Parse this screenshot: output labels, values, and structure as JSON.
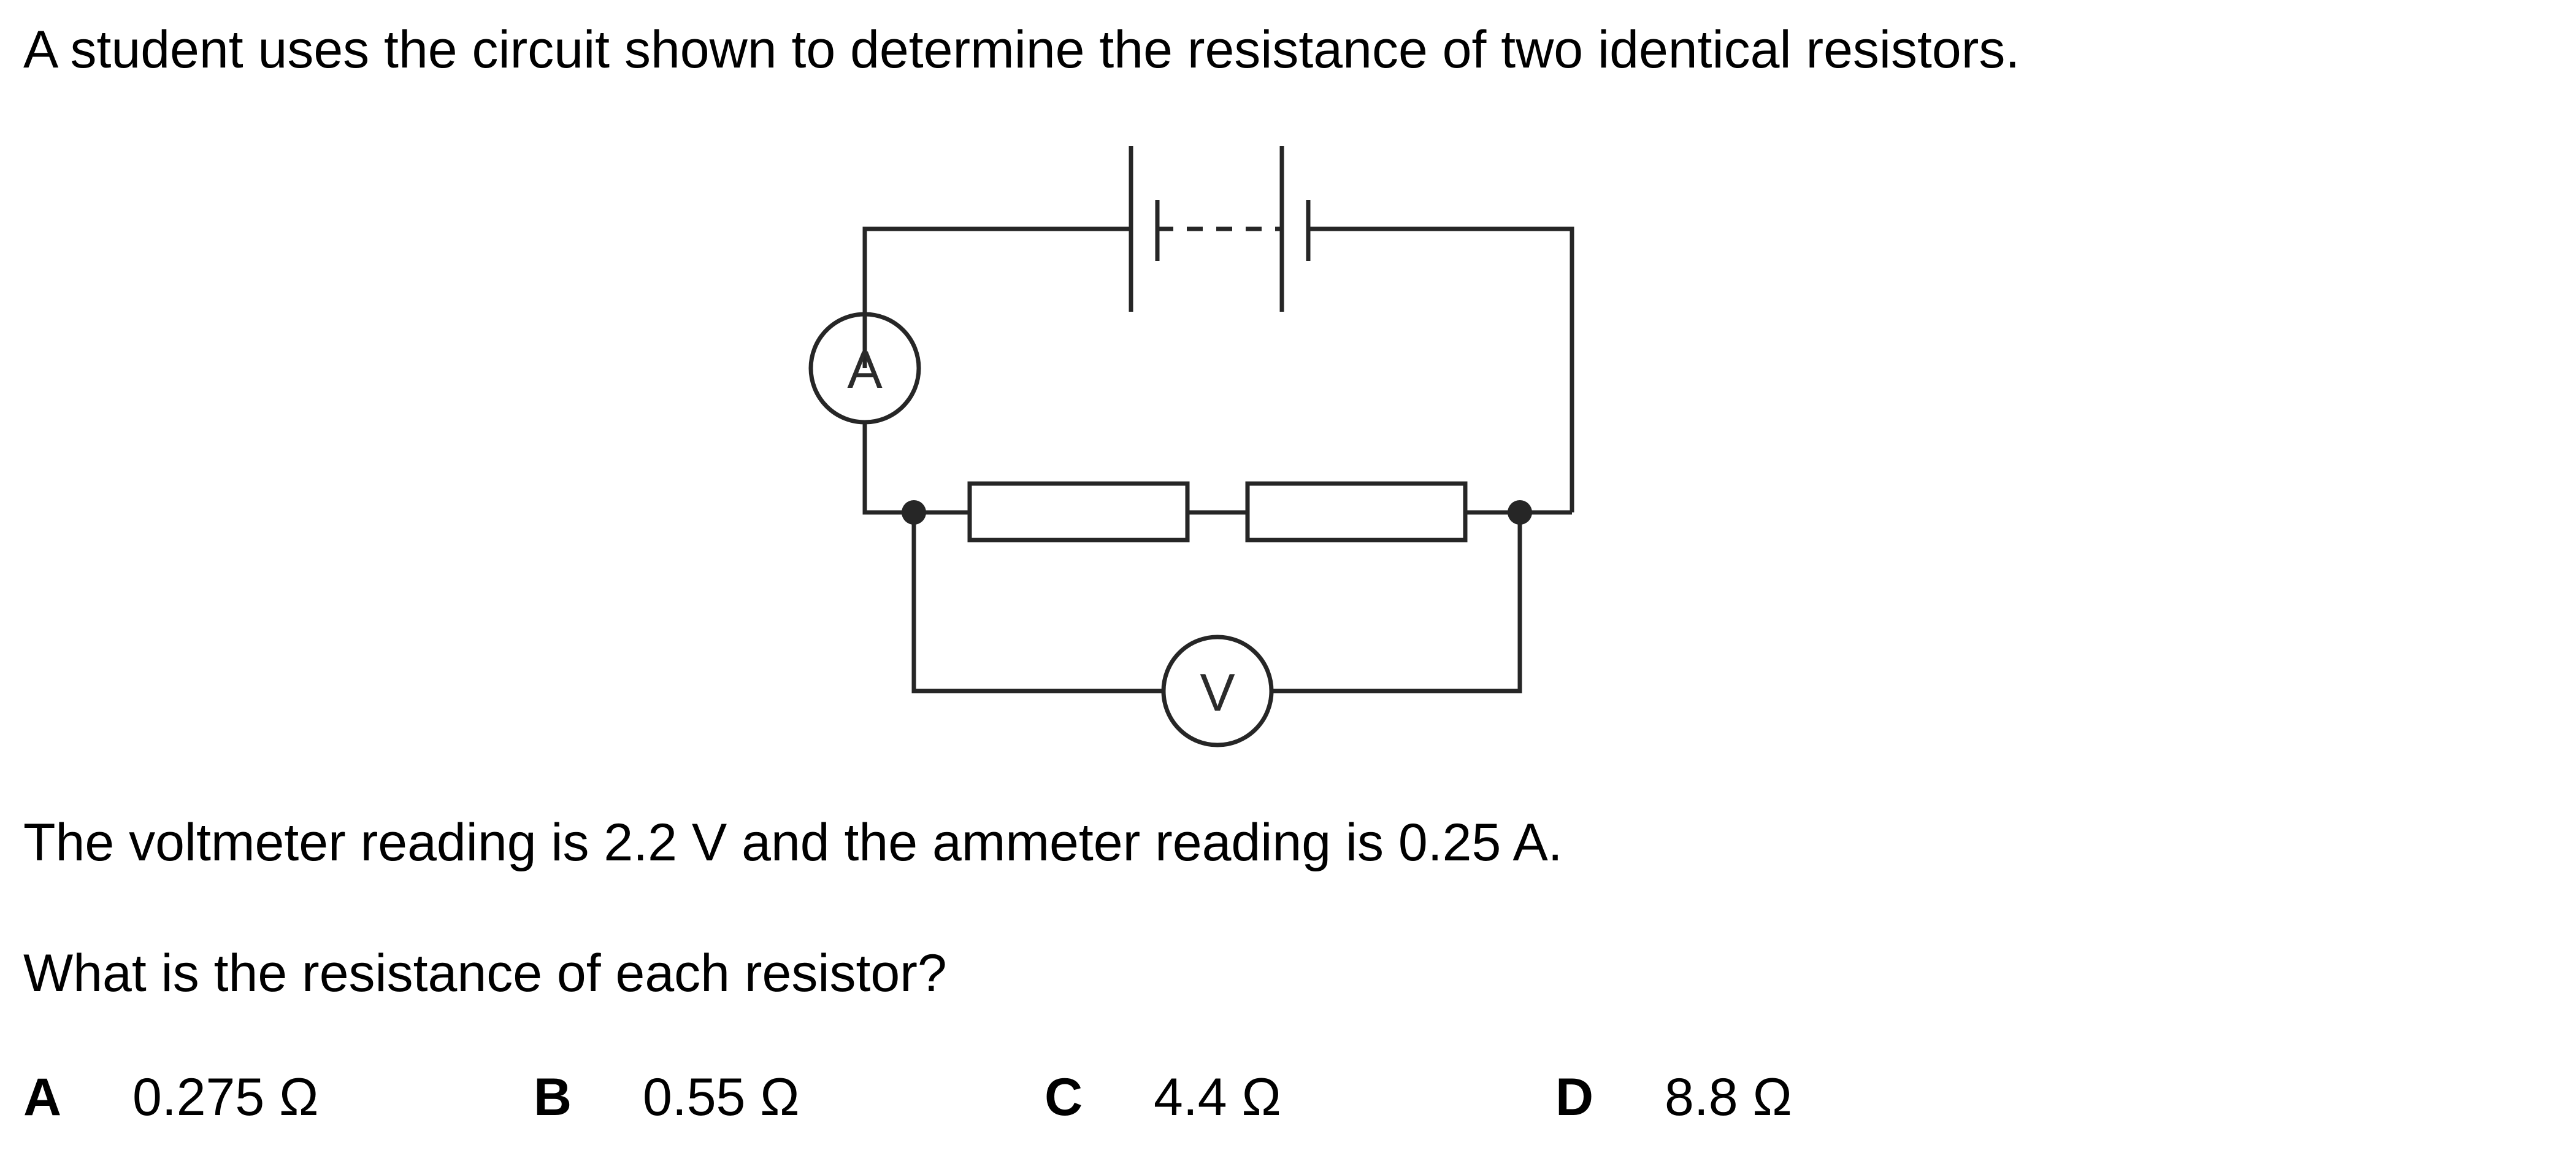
{
  "question": {
    "intro": "A student uses the circuit shown to determine the resistance of two identical resistors.",
    "readings": "The voltmeter reading is 2.2 V and the ammeter reading is 0.25 A.",
    "prompt": "What is the resistance of each resistor?"
  },
  "diagram": {
    "ammeter_label": "A",
    "voltmeter_label": "V"
  },
  "options": [
    {
      "letter": "A",
      "value": "0.275 Ω"
    },
    {
      "letter": "B",
      "value": "0.55 Ω"
    },
    {
      "letter": "C",
      "value": "4.4 Ω"
    },
    {
      "letter": "D",
      "value": "8.8 Ω"
    }
  ]
}
